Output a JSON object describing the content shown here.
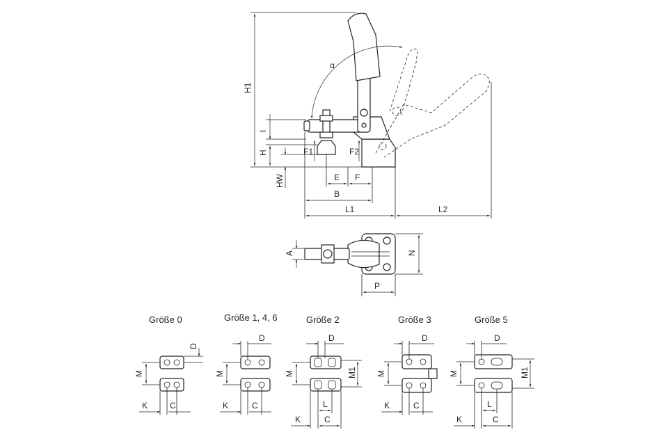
{
  "side_view": {
    "labels": {
      "H1": "H1",
      "I": "I",
      "H": "H",
      "HW": "HW",
      "F1": "F1",
      "F2": "F2",
      "E": "E",
      "F": "F",
      "B": "B",
      "L1": "L1",
      "L2": "L2",
      "alpha": "α"
    }
  },
  "top_view": {
    "labels": {
      "A": "A",
      "N": "N",
      "P": "P"
    }
  },
  "sizes": [
    {
      "title": "Größe 0",
      "labels": [
        "D",
        "M",
        "K",
        "C"
      ]
    },
    {
      "title": "Größe 1, 4, 6",
      "labels": [
        "D",
        "M",
        "K",
        "C"
      ]
    },
    {
      "title": "Größe 2",
      "labels": [
        "D",
        "M",
        "M1",
        "L",
        "K",
        "C"
      ]
    },
    {
      "title": "Größe 3",
      "labels": [
        "D",
        "M",
        "K",
        "C"
      ]
    },
    {
      "title": "Größe 5",
      "labels": [
        "D",
        "M",
        "M1",
        "L",
        "K",
        "C"
      ]
    }
  ]
}
